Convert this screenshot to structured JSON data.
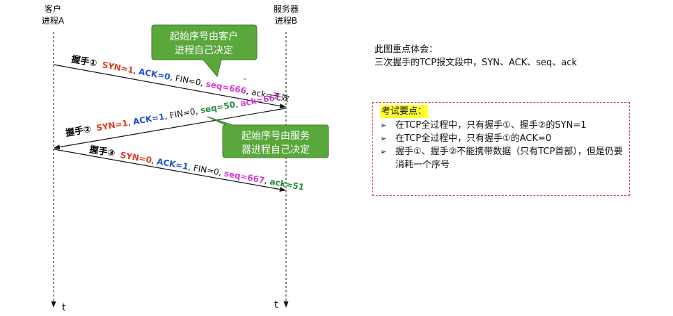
{
  "participants": {
    "client": {
      "line1": "客户",
      "line2": "进程A"
    },
    "server": {
      "line1": "服务器",
      "line2": "进程B"
    },
    "time_label": "t"
  },
  "handshakes": [
    {
      "label": "握手①",
      "fields": [
        {
          "text": "SYN=1",
          "color": "#e03a1e",
          "bold": true
        },
        {
          "text": "ACK=0",
          "color": "#1f4fd8",
          "bold": true
        },
        {
          "text": "FIN=0",
          "color": "#111111",
          "bold": false
        },
        {
          "text": "seq=666",
          "color": "#d23bd2",
          "bold": true
        },
        {
          "text": "ack=无效",
          "color": "#111111",
          "bold": false
        }
      ]
    },
    {
      "label": "握手②",
      "fields": [
        {
          "text": "SYN=1",
          "color": "#e03a1e",
          "bold": true
        },
        {
          "text": "ACK=1",
          "color": "#1f4fd8",
          "bold": true
        },
        {
          "text": "FIN=0",
          "color": "#111111",
          "bold": false
        },
        {
          "text": "seq=50",
          "color": "#1f8a3a",
          "bold": true
        },
        {
          "text": "ack=667",
          "color": "#d23bd2",
          "bold": true
        }
      ]
    },
    {
      "label": "握手③",
      "fields": [
        {
          "text": "SYN=0",
          "color": "#e03a1e",
          "bold": true
        },
        {
          "text": "ACK=1",
          "color": "#1f4fd8",
          "bold": true
        },
        {
          "text": "FIN=0",
          "color": "#111111",
          "bold": false
        },
        {
          "text": "seq=667",
          "color": "#d23bd2",
          "bold": true
        },
        {
          "text": "ack=51",
          "color": "#1f8a3a",
          "bold": true
        }
      ]
    }
  ],
  "callouts": [
    {
      "line1": "起始序号由客户",
      "line2": "进程自己决定"
    },
    {
      "line1": "起始序号由服务",
      "line2": "器进程自己决定"
    }
  ],
  "note": {
    "line1": "此图重点体会：",
    "line2": "三次握手的TCP报文段中，SYN、ACK、seq、ack"
  },
  "exam": {
    "title": "考试要点：",
    "bullet_icon": "➢",
    "points": [
      "在TCP全过程中，只有握手①、握手②的SYN=1",
      "在TCP全过程中，只有握手①的ACK=0",
      "握手①、握手②不能携带数据（只有TCP首部），但是仍要消耗一个序号"
    ]
  },
  "colors": {
    "callout_fill": "#5aa83c",
    "callout_border": "#3d7d2a",
    "exam_border": "#d04a4a",
    "highlight": "#ffff33"
  }
}
